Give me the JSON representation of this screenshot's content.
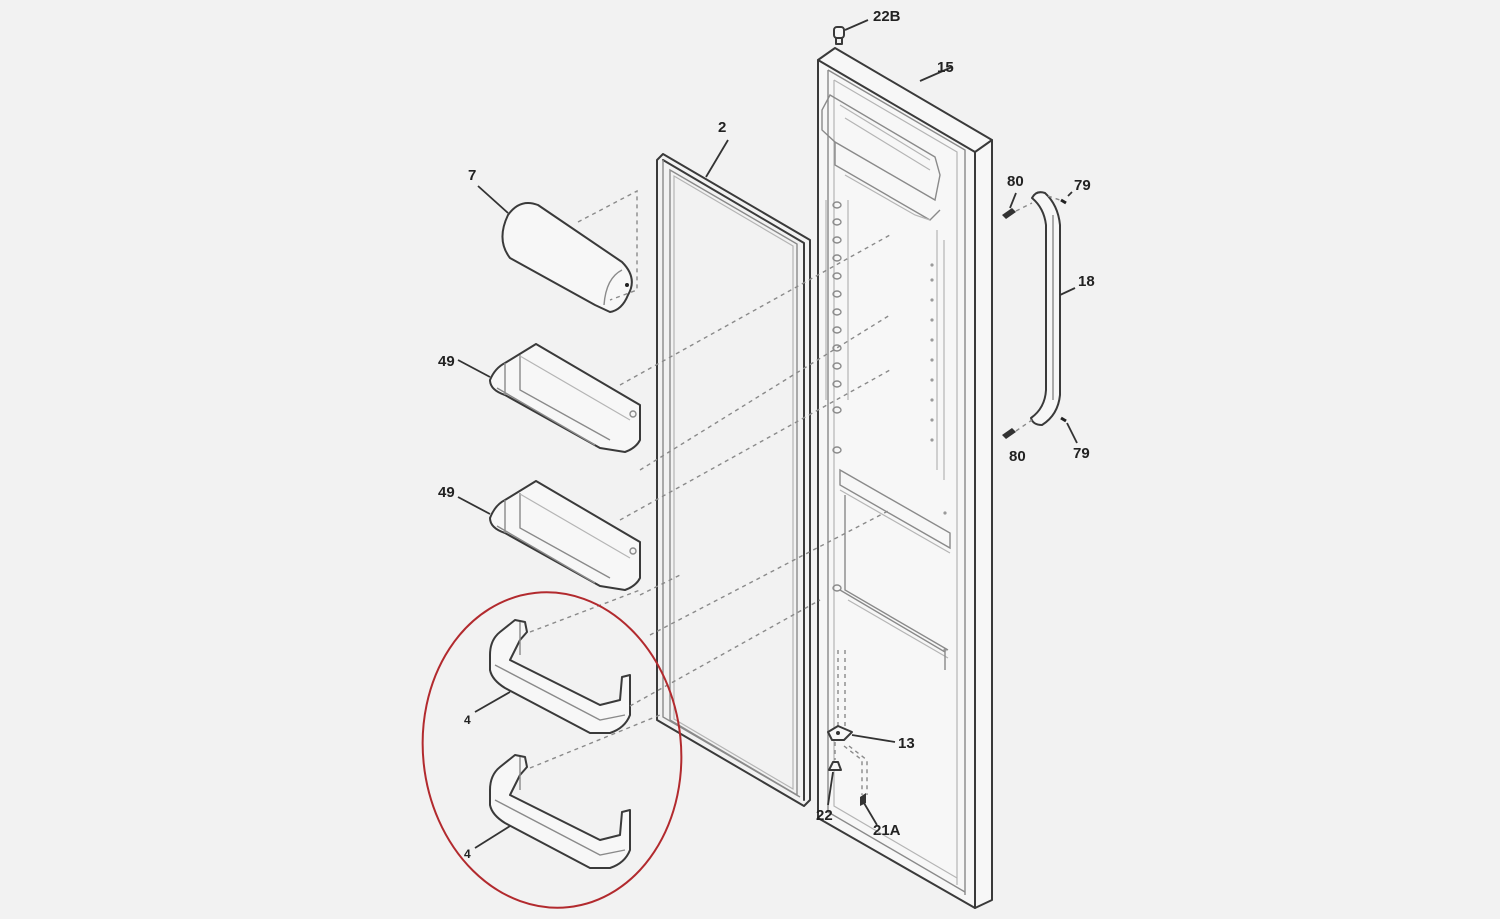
{
  "diagram": {
    "type": "exploded-parts-diagram",
    "subject": "side-by-side refrigerator fresh food door",
    "background_color": "#f2f2f2",
    "line_color": "#3a3a3a",
    "highlight_color": "#b22a2e",
    "highlight": {
      "shape": "ellipse",
      "encloses": "part-4 door bins (x2)"
    },
    "callouts": {
      "p22b": "22B",
      "p15": "15",
      "p2": "2",
      "p7": "7",
      "p80_top": "80",
      "p79_top": "79",
      "p18": "18",
      "p49_a": "49",
      "p49_b": "49",
      "p80_bottom": "80",
      "p79_bottom": "79",
      "p4_a": "4",
      "p4_b": "4",
      "p13": "13",
      "p22": "22",
      "p21a": "21A"
    },
    "parts": [
      {
        "id": "22B",
        "name": "door top plug / cap"
      },
      {
        "id": "15",
        "name": "door outer assembly"
      },
      {
        "id": "2",
        "name": "door gasket"
      },
      {
        "id": "7",
        "name": "dairy door / cylinder cover"
      },
      {
        "id": "49",
        "name": "door bin",
        "count": 2
      },
      {
        "id": "4",
        "name": "door bin (low profile)",
        "count": 2,
        "highlighted": true
      },
      {
        "id": "18",
        "name": "door handle"
      },
      {
        "id": "80",
        "name": "handle screw",
        "count": 2
      },
      {
        "id": "79",
        "name": "handle plug",
        "count": 2
      },
      {
        "id": "13",
        "name": "lower hinge"
      },
      {
        "id": "22",
        "name": "hinge bushing"
      },
      {
        "id": "21A",
        "name": "hinge screw"
      }
    ]
  }
}
